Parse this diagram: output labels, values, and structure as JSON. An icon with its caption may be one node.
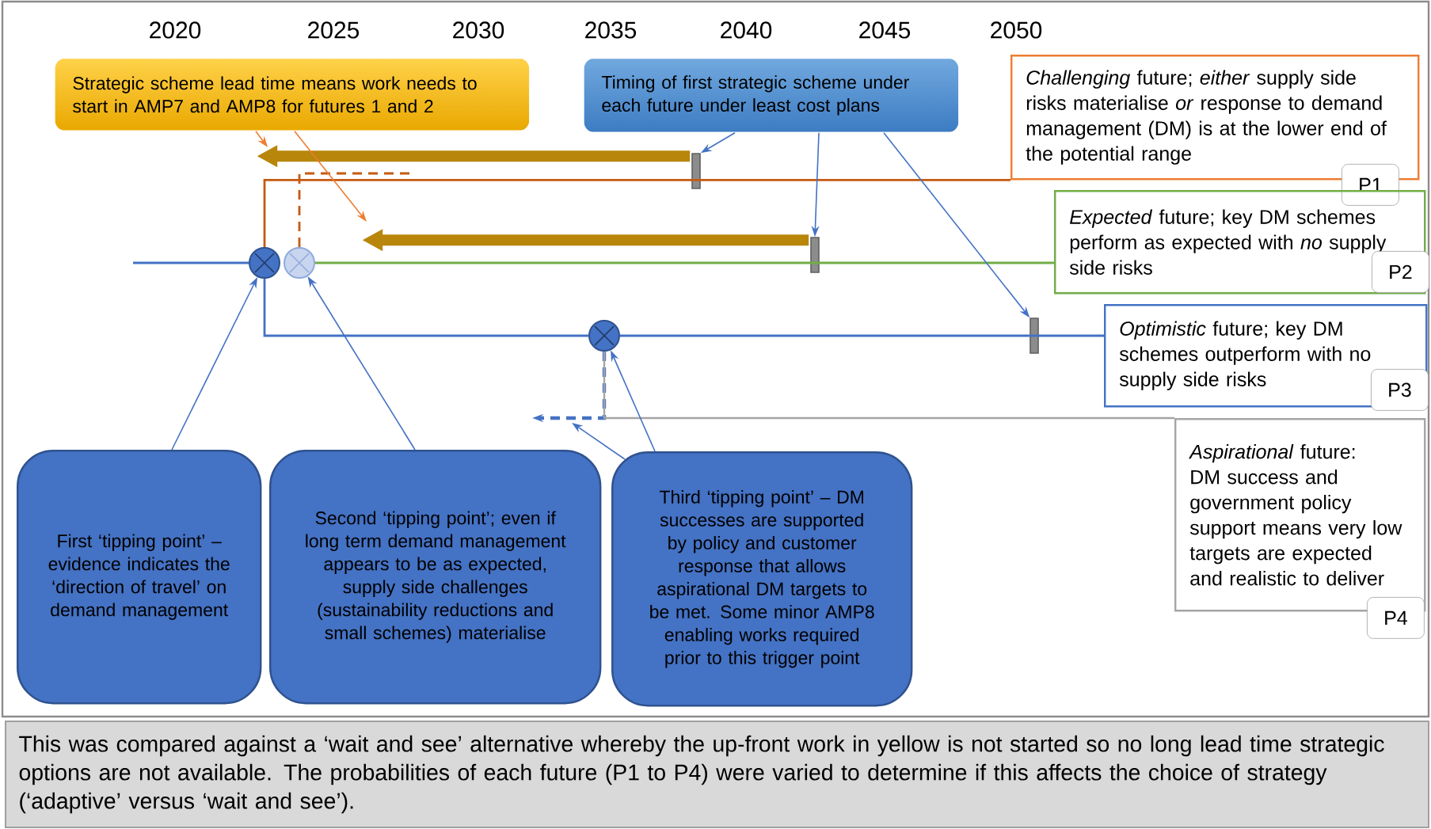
{
  "diagram": {
    "caption": "This was compared against a ‘wait and see’ alternative whereby the up-front work in yellow is not started so no long lead time strategic options are not available.  The probabilities of each future (P1 to P4) were varied to determine if this affects the choice of strategy (‘adaptive’ versus ‘wait and see’).",
    "nodes": [
      {
        "text": [
          "Strategic scheme lead time means work needs to start in AMP7 and AMP8 for futures 1 and 2"
        ]
      },
      {
        "text": [
          "Timing of first strategic scheme under each future under least cost plans"
        ]
      },
      {
        "text": [
          "*Challenging* future; *either* supply side risks materialise *or* response to demand management (DM) is at the lower end of the potential range",
          "P1"
        ]
      },
      {
        "text": [
          "*Expected* future; key DM schemes perform as expected with *no* supply side risks",
          "P2"
        ]
      },
      {
        "text": [
          "*Optimistic* future; key DM schemes outperform with no supply side risks",
          "P3"
        ]
      },
      {
        "text": [
          "*Aspirational* future: DM success and government policy support means very low targets are expected and realistic to deliver",
          "P4"
        ]
      },
      {
        "text": [
          "First ‘tipping point’ – evidence indicates the ‘direction of travel’ on demand management"
        ]
      },
      {
        "text": [
          "Second ‘tipping point’; even if long term demand management appears to be as expected, supply side challenges (sustainability reductions and small schemes) materialise"
        ]
      },
      {
        "text": [
          "Third ‘tipping point’ – DM successes are supported by policy and customer response that allows aspirational DM targets to be met. Some minor AMP8 enabling works required prior to this trigger point"
        ]
      },
      {
        "text": [],
        "shape": "circle"
      },
      {
        "text": [],
        "shape": "circle"
      },
      {
        "text": [],
        "shape": "circle"
      },
      {
        "text": [],
        "shape": "bar"
      },
      {
        "text": [],
        "shape": "bar"
      },
      {
        "text": [],
        "shape": "bar"
      }
    ],
    "edges": [
      {
        "from": null,
        "to": 9,
        "arrow": "none"
      },
      {
        "from": 9,
        "to": 2,
        "arrow": "none",
        "color": "#c55a11"
      },
      {
        "from": 10,
        "to": null,
        "arrow": "none",
        "style": "dashed",
        "color": "#c55a11"
      },
      {
        "from": 10,
        "to": 3,
        "arrow": "none",
        "color": "#70ad47"
      },
      {
        "from": 9,
        "to": 11,
        "arrow": "none"
      },
      {
        "from": 11,
        "to": 4,
        "arrow": "none"
      },
      {
        "from": 11,
        "to": null,
        "arrow": "to",
        "style": "dashed"
      },
      {
        "from": 11,
        "to": 5,
        "arrow": "none",
        "color": "#a5a5a5"
      },
      {
        "from": 12,
        "to": null,
        "arrow": "to",
        "style": "thick",
        "color": "#b8860b"
      },
      {
        "from": 13,
        "to": null,
        "arrow": "to",
        "style": "thick",
        "color": "#b8860b"
      },
      {
        "from": 0,
        "to": null,
        "arrow": "to",
        "color": "#ed7d31"
      },
      {
        "from": 0,
        "to": null,
        "arrow": "to",
        "color": "#ed7d31"
      },
      {
        "from": 1,
        "to": 12,
        "arrow": "to"
      },
      {
        "from": 1,
        "to": 13,
        "arrow": "to"
      },
      {
        "from": 1,
        "to": 14,
        "arrow": "to"
      },
      {
        "from": 6,
        "to": 9,
        "arrow": "to"
      },
      {
        "from": 7,
        "to": 10,
        "arrow": "to"
      },
      {
        "from": 8,
        "to": 11,
        "arrow": "to"
      },
      {
        "from": 8,
        "to": null,
        "arrow": "to"
      }
    ],
    "labels": [
      "2020",
      "2025",
      "2030",
      "2035",
      "2040",
      "2045",
      "2050"
    ]
  }
}
